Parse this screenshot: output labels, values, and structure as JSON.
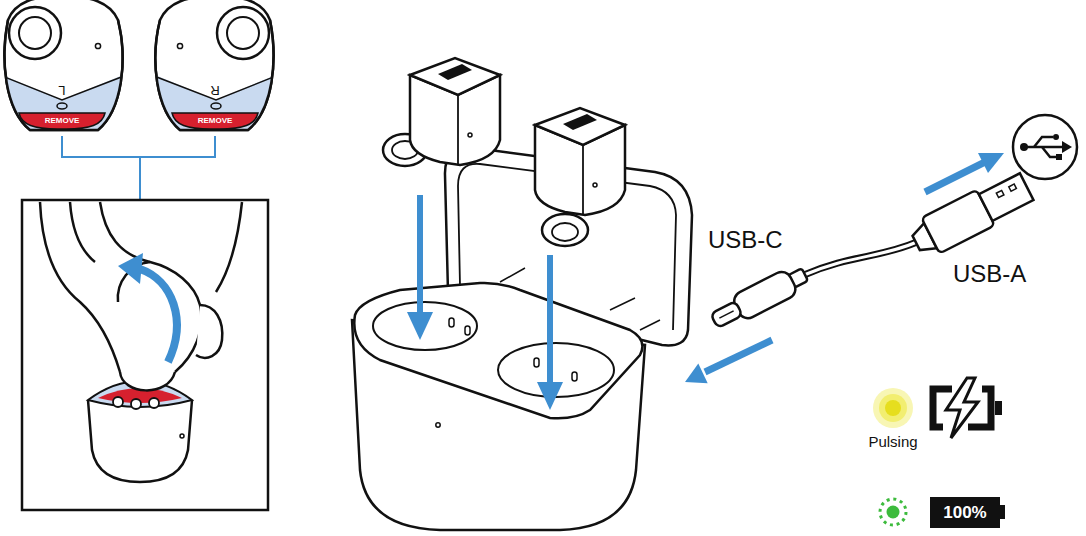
{
  "diagram": {
    "nodes": [
      {
        "text": [
          "REMOVE"
        ]
      },
      {
        "text": [
          "REMOVE"
        ]
      },
      {
        "text": [
          "100%"
        ]
      }
    ],
    "labels": [
      "L",
      "R",
      "USB-C",
      "USB-A",
      "Pulsing"
    ]
  }
}
